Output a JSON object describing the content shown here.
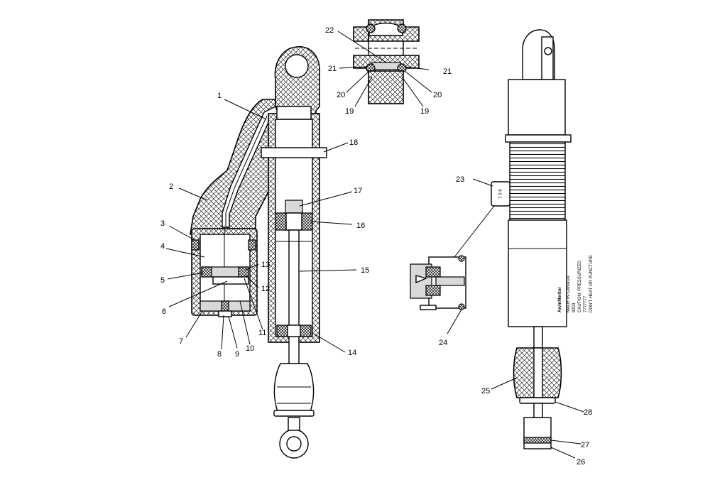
{
  "callouts": {
    "c1": "1",
    "c2": "2",
    "c3": "3",
    "c4": "4",
    "c5": "5",
    "c6": "6",
    "c7": "7",
    "c8": "8",
    "c9": "9",
    "c10": "10",
    "c11": "11",
    "c12": "12",
    "c13": "13",
    "c14": "14",
    "c15": "15",
    "c16": "16",
    "c17": "17",
    "c18": "18",
    "c19a": "19",
    "c19b": "19",
    "c20a": "20",
    "c20b": "20",
    "c21a": "21",
    "c21b": "21",
    "c22": "22",
    "c23": "23",
    "c24": "24",
    "c25": "25",
    "c26": "26",
    "c27": "27",
    "c28": "28"
  },
  "shock_label": {
    "brand": "ArvinMeritor",
    "line1": "MADE IN CANADA",
    "line2": "8203",
    "line3": "CAUTION: PRESSURIZED",
    "line4": "7777777",
    "line5": "DON'T HEAT OR PUNCTURE"
  },
  "adjuster_knob_text": "9 0 1"
}
